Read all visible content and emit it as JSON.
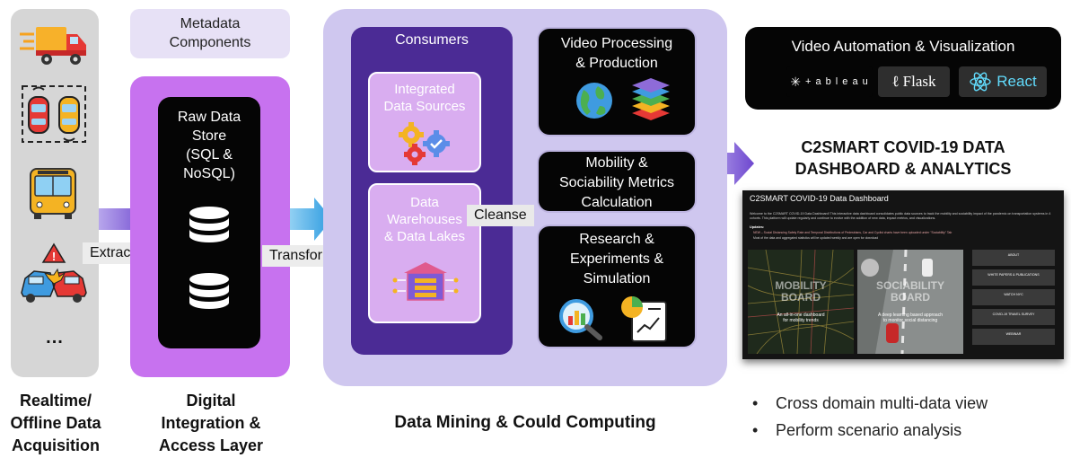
{
  "acquisition": {
    "label": "Realtime/\nOffline Data\nAcquisition",
    "extract_label": "Extract",
    "ellipsis": "...",
    "icons": [
      "delivery-truck-icon",
      "connected-cars-icon",
      "bus-icon",
      "car-crash-icon"
    ]
  },
  "integration": {
    "metadata_label": "Metadata\nComponents",
    "raw_store_label": "Raw Data\nStore\n(SQL &\nNoSQL)",
    "label": "Digital\nIntegration &\nAccess Layer",
    "transform_label": "Transform",
    "icons": [
      "database-icon",
      "database-icon"
    ]
  },
  "mining": {
    "consumers_label": "Consumers",
    "integrated_label": "Integrated\nData Sources",
    "warehouses_label": "Data\nWarehouses\n& Data Lakes",
    "cleanse_label": "Cleanse",
    "video_label": "Video Processing\n& Production",
    "mobility_label": "Mobility &\nSociability Metrics\nCalculation",
    "research_label": "Research &\nExperiments &\nSimulation",
    "label": "Data Mining & Could Computing"
  },
  "output": {
    "automation_title": "Video Automation & Visualization",
    "logos": [
      "+ a b l e a u",
      "Flask",
      "React"
    ],
    "heading": "C2SMART COVID-19 DATA\nDASHBOARD & ANALYTICS",
    "dashboard": {
      "title": "C2SMART COVID-19 Data Dashboard",
      "intro": "Welcome to the C2SMART COVID-19 Data Dashboard! This interactive data dashboard consolidates public data sources to track the mobility and sociability impact of the pandemic on transportation systems in 4 cohorts. This platform will update regularly and continue to evolve with the addition of new data, impact metrics, and visualizations.",
      "updates_label": "Updates:",
      "update_1": "NEW – Social Distancing Safety Rate and Temporal Distributions of Pedestrians, Car and Cyclist charts have been uploaded under \"Sociability\" Tab",
      "update_2": "Most of the data and aggregated statistics will be updated weekly and are open for download",
      "card_1_title": "MOBILITY\nBOARD",
      "card_1_sub": "An all-in-one dashboard\nfor mobility trends",
      "card_2_title": "SOCIABILITY\nBOARD",
      "card_2_sub": "A deep learning based approach\nto monitor social distancing",
      "menu": [
        "ABOUT",
        "WHITE PAPERS & PUBLICATIONS",
        "WATCH NYC",
        "COVID-19 TRAVEL SURVEY",
        "WEBINAR"
      ]
    },
    "bullets": [
      "Cross domain multi-data view",
      "Perform scenario analysis"
    ]
  },
  "colors": {
    "arrow_purple": "#7e5ad6",
    "arrow_blue": "#3fa7e6",
    "integration_purple": "#c772ef",
    "consumers_purple": "#4b2b95",
    "mining_lavender": "#cfc7ef"
  }
}
